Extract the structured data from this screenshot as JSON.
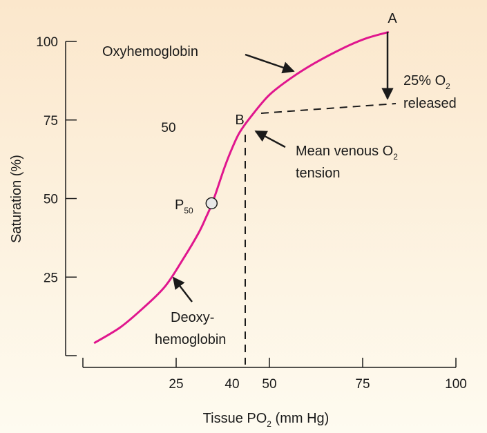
{
  "chart_data": {
    "type": "line",
    "xlabel": "Tissue PO",
    "xlabel_sub": "2",
    "xlabel_unit": " (mm Hg)",
    "ylabel": "Saturation (%)",
    "xlim": [
      0,
      100
    ],
    "ylim": [
      0,
      100
    ],
    "x_ticks": [
      25,
      40,
      50,
      75,
      100
    ],
    "y_ticks": [
      25,
      50,
      75,
      100
    ],
    "stray_label": "50",
    "colors": {
      "curve": "#e0168e",
      "background_top": "#fbe7cc",
      "background_bottom": "#fefbf0"
    },
    "series": [
      {
        "x": [
          3,
          10,
          16,
          22,
          27,
          31,
          33,
          34.5,
          36,
          38,
          40,
          42,
          45,
          50,
          56,
          62,
          70,
          76,
          82
        ],
        "y": [
          4,
          9,
          15,
          22,
          31,
          39,
          44,
          48,
          53,
          60,
          66,
          71,
          76,
          83,
          88.5,
          93,
          98,
          101,
          103
        ]
      }
    ],
    "points": [
      {
        "label": "P",
        "sub": "50",
        "x": 34.5,
        "y": 48.5
      },
      {
        "label": "A",
        "x": 82,
        "y": 103
      },
      {
        "label": "B",
        "x": 46,
        "y": 77
      }
    ],
    "annotations": {
      "oxy": "Oxyhemoglobin",
      "deoxy_1": "Deoxy-",
      "deoxy_2": "hemoglobin",
      "pct_1": "25% O",
      "pct_1_sub": "2",
      "pct_2": "released",
      "venous_1": "Mean venous O",
      "venous_1_sub": "2",
      "venous_2": "tension"
    }
  }
}
